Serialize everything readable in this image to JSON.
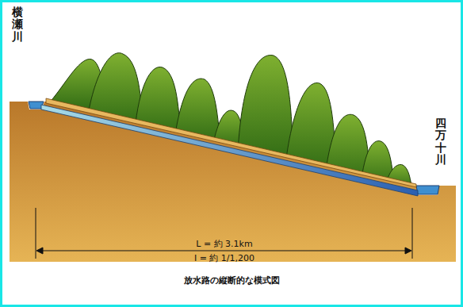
{
  "diagram": {
    "caption": "放水路の縦断的な模式図",
    "labels": [
      "横瀬川",
      "四万十川",
      "L = 約 3.1km",
      "I = 約 1/1,200"
    ]
  }
}
